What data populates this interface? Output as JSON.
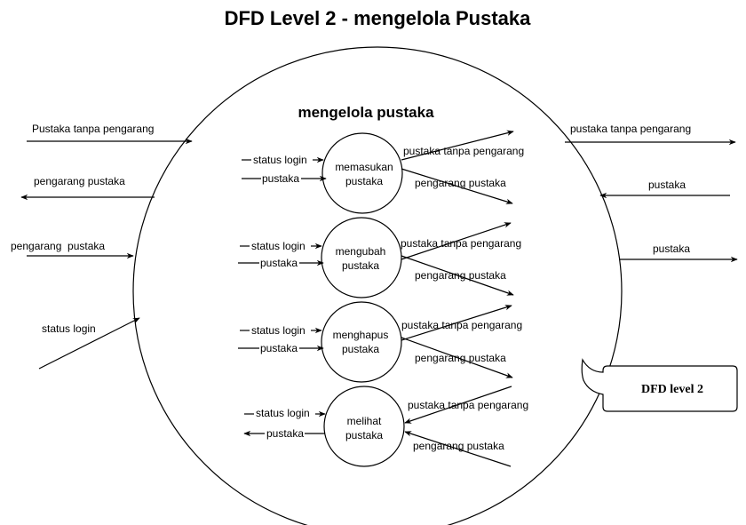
{
  "title": "DFD Level 2 - mengelola Pustaka",
  "main_process": "mengelola pustaka",
  "callout": "DFD level 2",
  "external_flows": {
    "in_pustaka_tanpa_pengarang": "Pustaka tanpa pengarang",
    "out_pengarang_pustaka": "pengarang pustaka",
    "in_pengarang_pustaka": "pengarang  pustaka",
    "in_status_login": "status login",
    "out_pustaka_tanpa_pengarang": "pustaka tanpa pengarang",
    "in_pustaka": "pustaka",
    "out_pustaka": "pustaka"
  },
  "processes": [
    {
      "name_line1": "memasukan",
      "name_line2": "pustaka",
      "in1": "status login",
      "in2": "pustaka",
      "out1": "pustaka tanpa pengarang",
      "out2": "pengarang pustaka"
    },
    {
      "name_line1": "mengubah",
      "name_line2": "pustaka",
      "in1": "status login",
      "in2": "pustaka",
      "out1": "pustaka tanpa pengarang",
      "out2": "pengarang pustaka"
    },
    {
      "name_line1": "menghapus",
      "name_line2": "pustaka",
      "in1": "status login",
      "in2": "pustaka",
      "out1": "pustaka tanpa pengarang",
      "out2": "pengarang pustaka"
    },
    {
      "name_line1": "melihat",
      "name_line2": "pustaka",
      "in1": "status login",
      "in2": "pustaka",
      "out1": "pustaka tanpa pengarang",
      "out2": "pengarang pustaka"
    }
  ]
}
